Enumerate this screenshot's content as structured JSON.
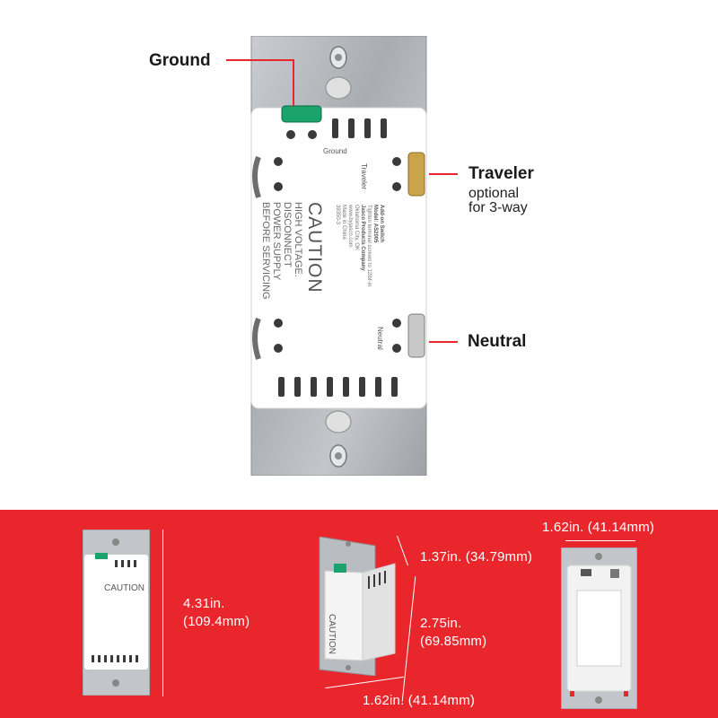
{
  "callouts": {
    "ground": "Ground",
    "traveler": "Traveler",
    "traveler_sub1": "optional",
    "traveler_sub2": "for 3-way",
    "neutral": "Neutral"
  },
  "device": {
    "terminal_ground": "Ground",
    "terminal_traveler": "Traveler",
    "terminal_neutral": "Neutral",
    "caution_title": "CAUTION",
    "caution_lines": [
      "HIGH VOLTAGE.",
      "DISCONNECT",
      "POWER SUPPLY",
      "BEFORE SERVICING"
    ],
    "info_lines": [
      "Add-on Switch",
      "Model: AS2005",
      "Tighten terminal screws to 12lbf-in",
      "Jasco Products Company",
      "Oklahoma City, OK",
      "www.byjasco.com",
      "Made in China",
      "39350-3"
    ]
  },
  "dimensions": {
    "height": "4.31in.",
    "height_mm": "(109.4mm)",
    "depth": "1.37in. (34.79mm)",
    "body_height": "2.75in.",
    "body_height_mm": "(69.85mm)",
    "width_bottom": "1.62in. (41.14mm)",
    "width_top": "1.62in. (41.14mm)"
  },
  "colors": {
    "accent": "#e8262b",
    "plate": "#b9bcc0",
    "body": "#ffffff",
    "terminal_green": "#1aa36b",
    "terminal_brass": "#c9a44a"
  }
}
